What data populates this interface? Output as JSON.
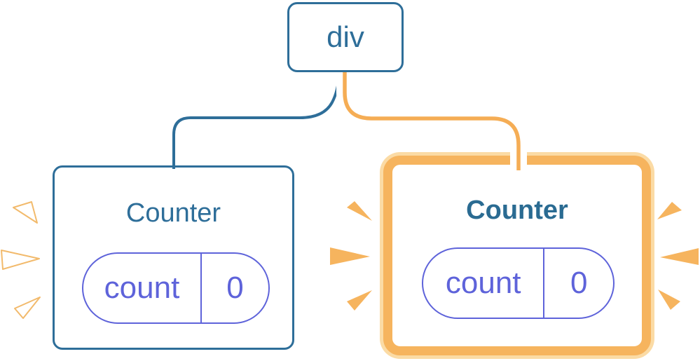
{
  "diagram": {
    "root": {
      "label": "div"
    },
    "cards": [
      {
        "title": "Counter",
        "state_label": "count",
        "state_value": "0",
        "highlighted": false,
        "burst": "white-outline"
      },
      {
        "title": "Counter",
        "state_label": "count",
        "state_value": "0",
        "highlighted": true,
        "burst": "solid-orange"
      }
    ],
    "edges": [
      {
        "from": "div",
        "to": "Counter (left)",
        "style": "plain-blue-line"
      },
      {
        "from": "div",
        "to": "Counter (right)",
        "style": "highlighted-orange-pipe-with-white-casing"
      }
    ]
  },
  "colors": {
    "blue": "#2E6E99",
    "blue_bold_title": "#2A6B92",
    "purple": "#5E63DA",
    "orange_border": "#F6B45E",
    "orange_glow": "#FBDBA5",
    "orange_line": "#F5AD55",
    "spark_fill_right": "#F6B45E",
    "spark_fill_left": "#FFFFFF",
    "spark_outline_left": "#F2BA6C",
    "casing": "#FFFFFF",
    "background": "#FFFFFF"
  }
}
